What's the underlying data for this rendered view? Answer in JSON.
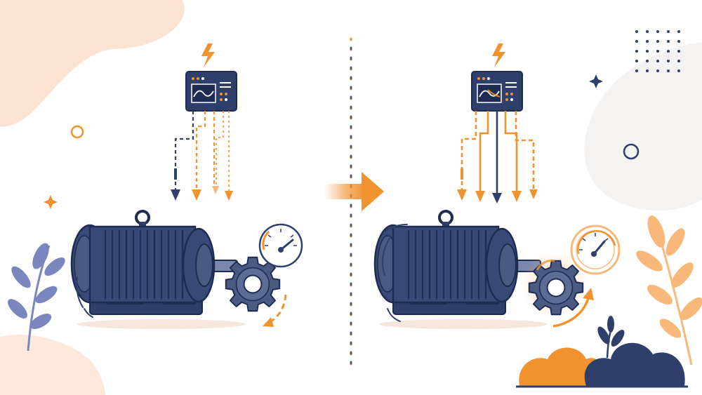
{
  "colors": {
    "navy": "#2f3f6b",
    "navy_dark": "#1f2c52",
    "navy_light": "#5a6a95",
    "orange": "#f0922e",
    "orange_light": "#f7b879",
    "blob": "#fbe3d3",
    "gray_blob": "#f4f3f3"
  },
  "panels": [
    {
      "id": "left",
      "state": "low-power",
      "signal_lines": 5,
      "gauge_level": 0.35
    },
    {
      "id": "right",
      "state": "high-power",
      "signal_lines": 5,
      "gauge_level": 0.6
    }
  ],
  "icons": [
    "lightning-bolt-icon",
    "controller-box-icon",
    "electric-motor-icon",
    "gear-icon",
    "speedometer-gauge-icon",
    "transition-arrow-icon",
    "leaf-sprig-icon",
    "sparkle-icon",
    "ring-icon",
    "dot-grid-icon",
    "bush-cluster-icon"
  ]
}
